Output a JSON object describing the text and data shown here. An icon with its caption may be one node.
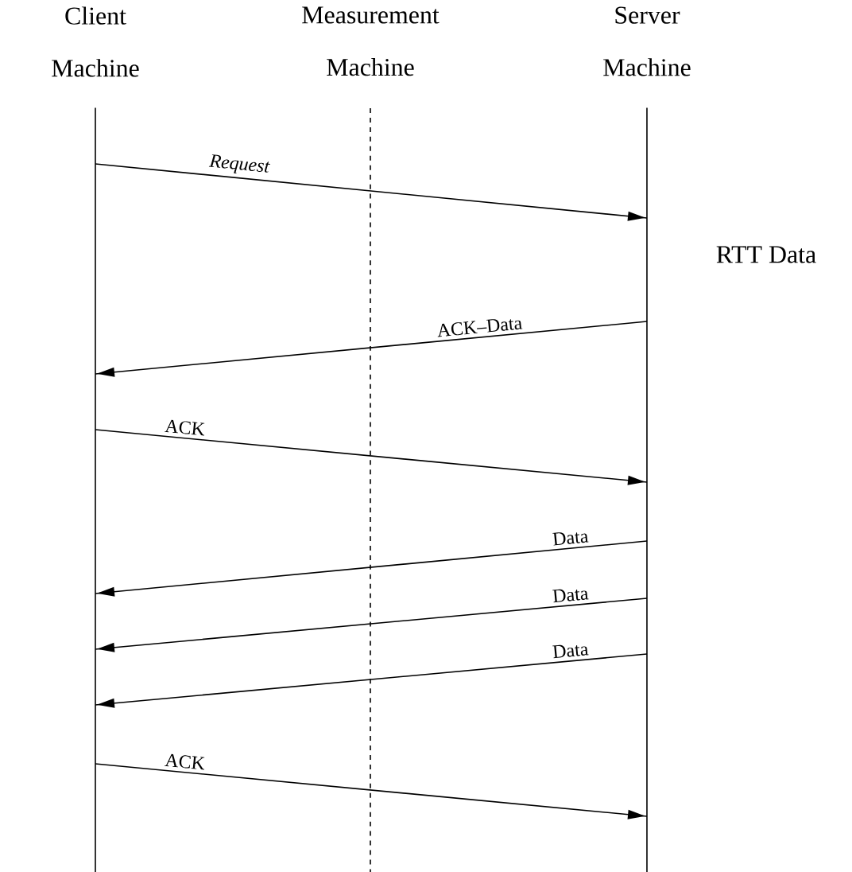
{
  "diagram": {
    "nodes": [
      {
        "text": [
          "Client Machine"
        ]
      },
      {
        "text": [
          "Measurement Machine"
        ]
      },
      {
        "text": [
          "Server Machine"
        ]
      }
    ],
    "edges": [
      {
        "from": 0,
        "to": 2,
        "arrow": "to",
        "label": "Request"
      },
      {
        "from": 2,
        "to": 0,
        "arrow": "to",
        "label": "ACK–Data"
      },
      {
        "from": 0,
        "to": 2,
        "arrow": "to",
        "label": "ACK"
      },
      {
        "from": 2,
        "to": 0,
        "arrow": "to",
        "label": "Data"
      },
      {
        "from": 2,
        "to": 0,
        "arrow": "to",
        "label": "Data"
      },
      {
        "from": 2,
        "to": 0,
        "arrow": "to",
        "label": "Data"
      },
      {
        "from": 0,
        "to": 2,
        "arrow": "to",
        "label": "ACK"
      }
    ],
    "labels": [
      "RTT Data"
    ]
  }
}
